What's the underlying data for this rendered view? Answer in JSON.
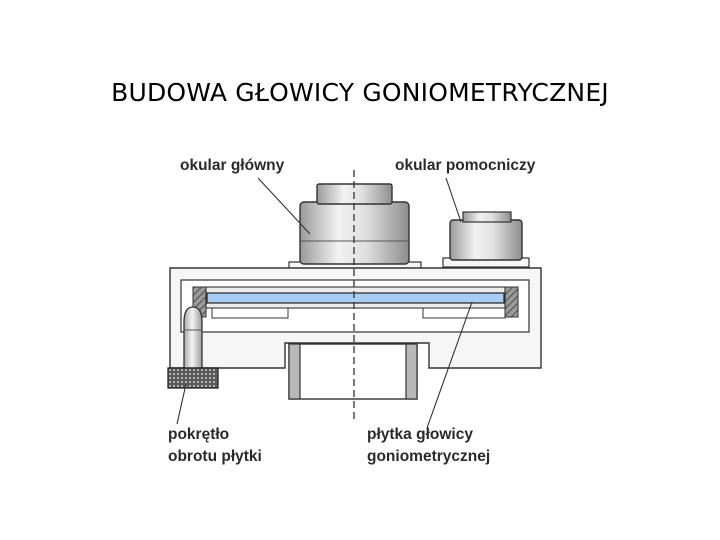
{
  "title": "BUDOWA GŁOWICY GONIOMETRYCZNEJ",
  "labels": {
    "main_eyepiece": "okular główny",
    "aux_eyepiece": "okular pomocniczy",
    "knob_line1": "pokrętło",
    "knob_line2": "obrotu płytki",
    "plate_line1": "płytka głowicy",
    "plate_line2": "goniometrycznej"
  },
  "colors": {
    "plate_fill": "#a9cdf2",
    "knurl_fill": "#555555",
    "metal_light": "#f6f6f6",
    "metal_mid": "#b8b8b8",
    "hatch": "#6a6a6a"
  }
}
